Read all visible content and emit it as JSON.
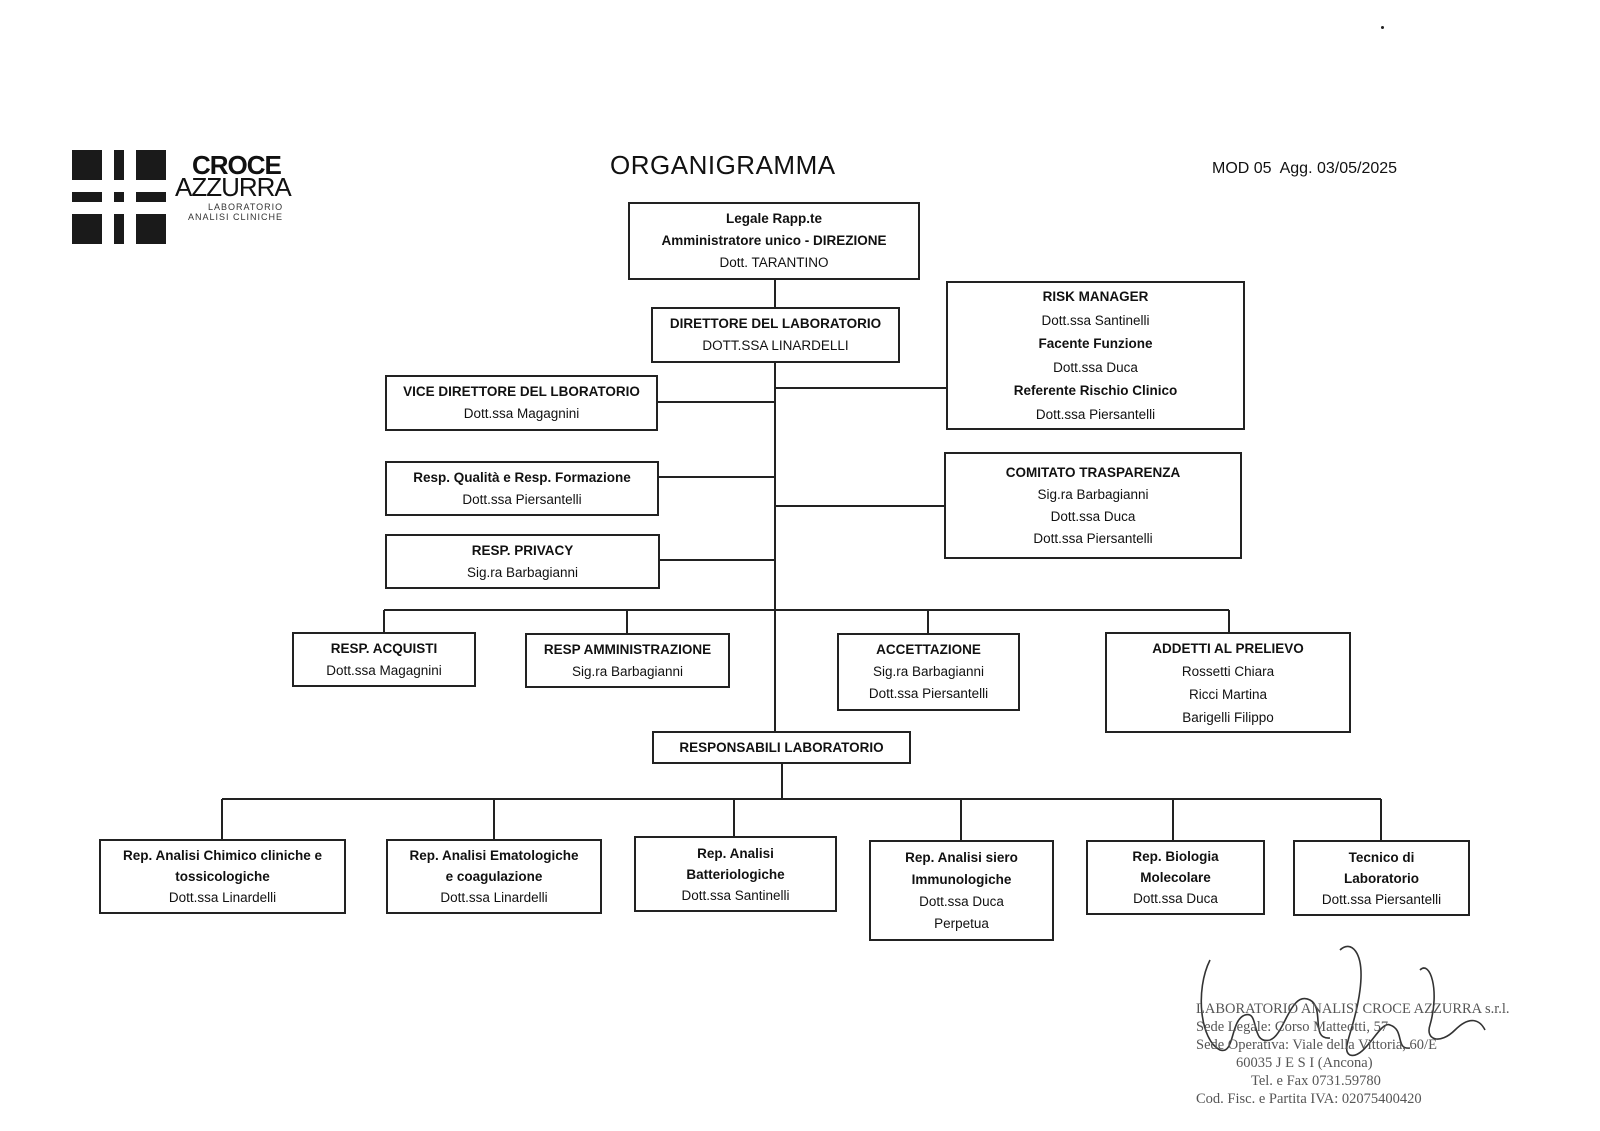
{
  "header": {
    "title": "ORGANIGRAMMA",
    "mod": "MOD 05",
    "agg": "Agg. 03/05/2025"
  },
  "logo": {
    "line1": "CROCE",
    "line2": "AZZURRA",
    "line3": "LABORATORIO",
    "line4": "ANALISI CLINICHE"
  },
  "boxes": {
    "legale": {
      "l1": "Legale Rapp.te",
      "l2": "Amministratore unico - DIREZIONE",
      "l3": "Dott. TARANTINO"
    },
    "direttore": {
      "l1": "DIRETTORE DEL LABORATORIO",
      "l2": "DOTT.SSA LINARDELLI"
    },
    "risk": {
      "l1": "RISK MANAGER",
      "l2": "Dott.ssa Santinelli",
      "l3": "Facente Funzione",
      "l4": "Dott.ssa Duca",
      "l5": "Referente Rischio Clinico",
      "l6": "Dott.ssa Piersantelli"
    },
    "vice": {
      "l1": "VICE DIRETTORE DEL LBORATORIO",
      "l2": "Dott.ssa Magagnini"
    },
    "qualita": {
      "l1": "Resp. Qualità e Resp. Formazione",
      "l2": "Dott.ssa Piersantelli"
    },
    "comitato": {
      "l1": "COMITATO TRASPARENZA",
      "l2": "Sig.ra Barbagianni",
      "l3": "Dott.ssa Duca",
      "l4": "Dott.ssa Piersantelli"
    },
    "privacy": {
      "l1": "RESP. PRIVACY",
      "l2": "Sig.ra Barbagianni"
    },
    "acquisti": {
      "l1": "RESP. ACQUISTI",
      "l2": "Dott.ssa Magagnini"
    },
    "amministrazione": {
      "l1": "RESP AMMINISTRAZIONE",
      "l2": "Sig.ra Barbagianni"
    },
    "accettazione": {
      "l1": "ACCETTAZIONE",
      "l2": "Sig.ra Barbagianni",
      "l3": "Dott.ssa Piersantelli"
    },
    "prelievo": {
      "l1": "ADDETTI AL PRELIEVO",
      "l2": "Rossetti Chiara",
      "l3": "Ricci Martina",
      "l4": "Barigelli Filippo"
    },
    "responsabili": {
      "l1": "RESPONSABILI LABORATORIO"
    },
    "chimico": {
      "l1": "Rep. Analisi Chimico cliniche e",
      "l2": "tossicologiche",
      "l3": "Dott.ssa Linardelli"
    },
    "ematologiche": {
      "l1": "Rep. Analisi Ematologiche",
      "l2": "e coagulazione",
      "l3": "Dott.ssa Linardelli"
    },
    "batteriologiche": {
      "l1": "Rep. Analisi",
      "l2": "Batteriologiche",
      "l3": "Dott.ssa Santinelli"
    },
    "siero": {
      "l1": "Rep. Analisi siero",
      "l2": "Immunologiche",
      "l3": "Dott.ssa Duca",
      "l4": "Perpetua"
    },
    "biologia": {
      "l1": "Rep. Biologia",
      "l2": "Molecolare",
      "l3": "Dott.ssa Duca"
    },
    "tecnico": {
      "l1": "Tecnico di",
      "l2": "Laboratorio",
      "l3": "Dott.ssa Piersantelli"
    }
  },
  "stamp": {
    "l1": "LABORATORIO ANALISI CROCE AZZURRA s.r.l.",
    "l2": "Sede Legale: Corso Matteotti, 57",
    "l3": "Sede Operativa: Viale della Vittoria, 60/E",
    "l4": "60035  J E S I  (Ancona)",
    "l5": "Tel. e Fax 0731.59780",
    "l6": "Cod. Fisc. e Partita IVA: 02075400420"
  }
}
